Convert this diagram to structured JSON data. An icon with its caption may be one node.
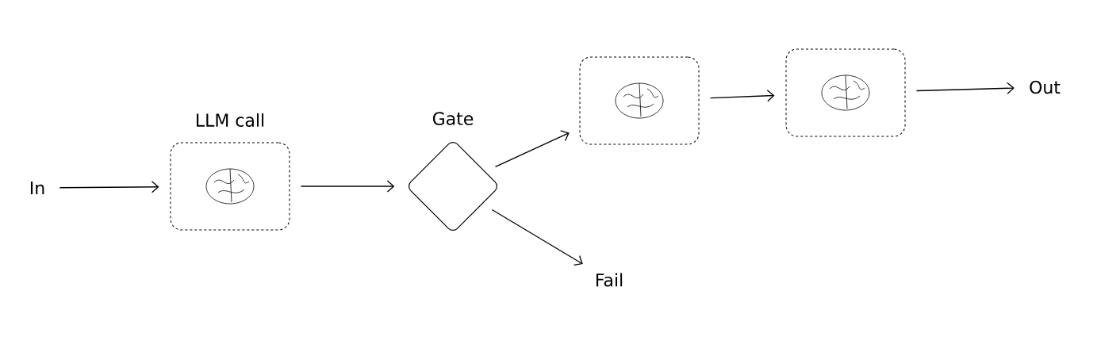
{
  "diagram": {
    "nodes": [
      {
        "text": [
          "In"
        ]
      },
      {
        "text": [
          "LLM call"
        ]
      },
      {
        "text": [
          "Gate"
        ]
      },
      {
        "text": [],
        "shape": "box"
      },
      {
        "text": [],
        "shape": "box"
      },
      {
        "text": [
          "Out"
        ]
      },
      {
        "text": [
          "Fail"
        ]
      }
    ],
    "edges": [
      {
        "from": 0,
        "to": 1,
        "arrow": "to"
      },
      {
        "from": 1,
        "to": 2,
        "arrow": "to"
      },
      {
        "from": 2,
        "to": 3,
        "arrow": "to"
      },
      {
        "from": 2,
        "to": 6,
        "arrow": "to"
      },
      {
        "from": 3,
        "to": 4,
        "arrow": "to"
      },
      {
        "from": 4,
        "to": 5,
        "arrow": "to"
      }
    ]
  }
}
